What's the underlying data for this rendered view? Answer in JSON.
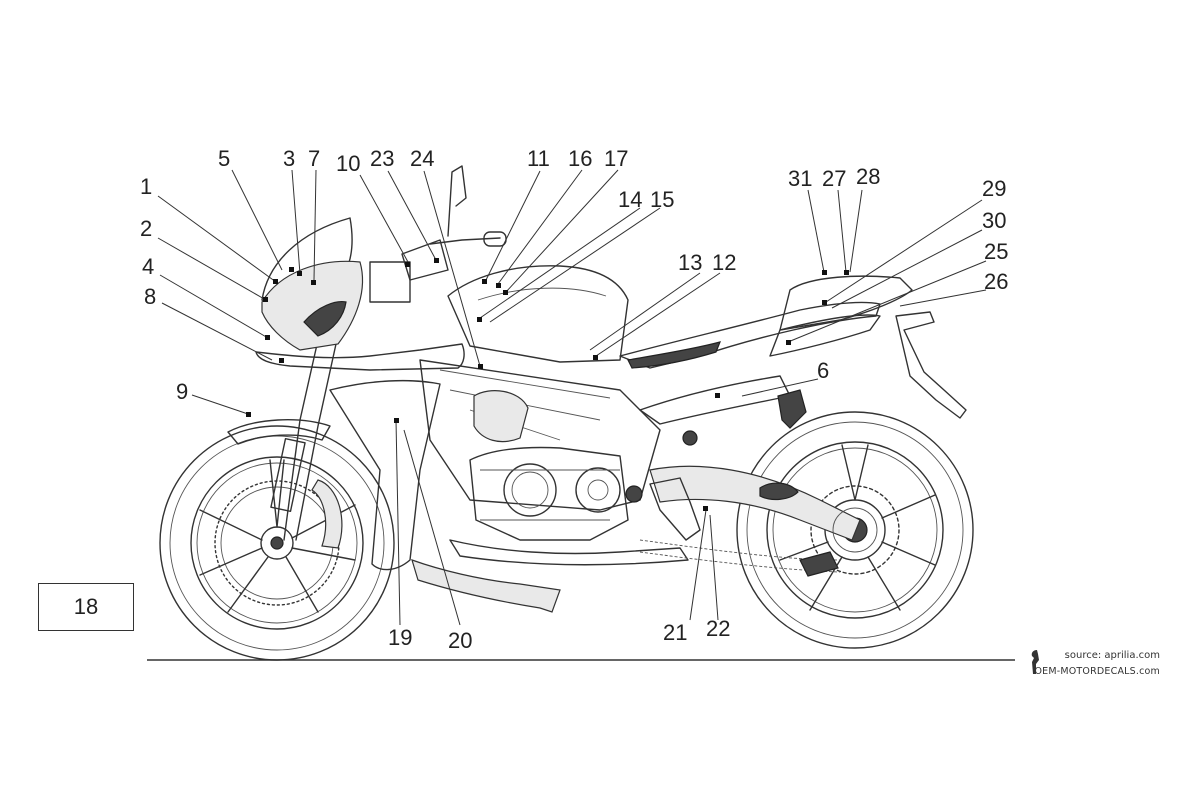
{
  "diagram": {
    "callouts": [
      {
        "id": "1",
        "label": "1"
      },
      {
        "id": "2",
        "label": "2"
      },
      {
        "id": "3",
        "label": "3"
      },
      {
        "id": "4",
        "label": "4"
      },
      {
        "id": "5",
        "label": "5"
      },
      {
        "id": "6",
        "label": "6"
      },
      {
        "id": "7",
        "label": "7"
      },
      {
        "id": "8",
        "label": "8"
      },
      {
        "id": "9",
        "label": "9"
      },
      {
        "id": "10",
        "label": "10"
      },
      {
        "id": "11",
        "label": "11"
      },
      {
        "id": "12",
        "label": "12"
      },
      {
        "id": "13",
        "label": "13"
      },
      {
        "id": "14",
        "label": "14"
      },
      {
        "id": "15",
        "label": "15"
      },
      {
        "id": "16",
        "label": "16"
      },
      {
        "id": "17",
        "label": "17"
      },
      {
        "id": "19",
        "label": "19"
      },
      {
        "id": "20",
        "label": "20"
      },
      {
        "id": "21",
        "label": "21"
      },
      {
        "id": "22",
        "label": "22"
      },
      {
        "id": "23",
        "label": "23"
      },
      {
        "id": "24",
        "label": "24"
      },
      {
        "id": "25",
        "label": "25"
      },
      {
        "id": "26",
        "label": "26"
      },
      {
        "id": "27",
        "label": "27"
      },
      {
        "id": "28",
        "label": "28"
      },
      {
        "id": "29",
        "label": "29"
      },
      {
        "id": "30",
        "label": "30"
      },
      {
        "id": "31",
        "label": "31"
      }
    ],
    "reference_box_label": "18"
  },
  "credit": {
    "source": "source: aprilia.com",
    "site": "OEM-MOTORDECALS.com",
    "logo_icon": "rearing-horse-logo-icon"
  },
  "colors": {
    "line": "#333333",
    "marker": "#111111",
    "background": "#ffffff"
  }
}
